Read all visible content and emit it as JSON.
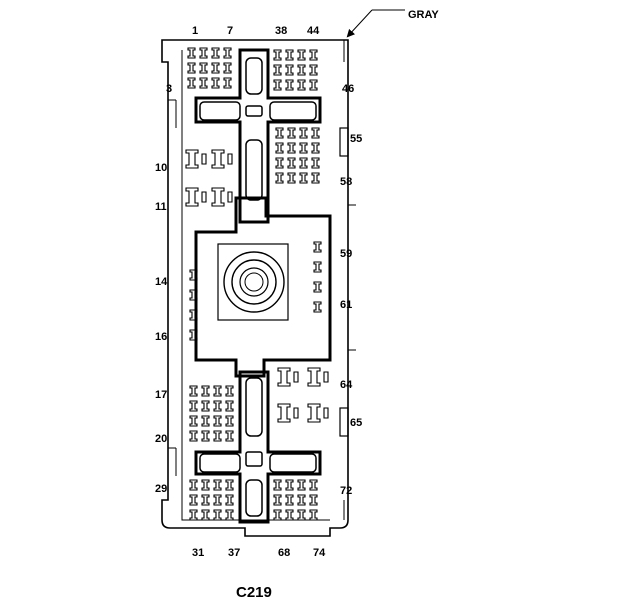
{
  "connector": {
    "id": "C219",
    "color_callout": "GRAY"
  },
  "pin_labels": {
    "top": [
      "1",
      "7",
      "38",
      "44"
    ],
    "left": [
      "3",
      "10",
      "11",
      "14",
      "16",
      "17",
      "20",
      "29"
    ],
    "right": [
      "46",
      "55",
      "58",
      "59",
      "61",
      "64",
      "65",
      "72"
    ],
    "bottom": [
      "31",
      "37",
      "68",
      "74"
    ]
  }
}
